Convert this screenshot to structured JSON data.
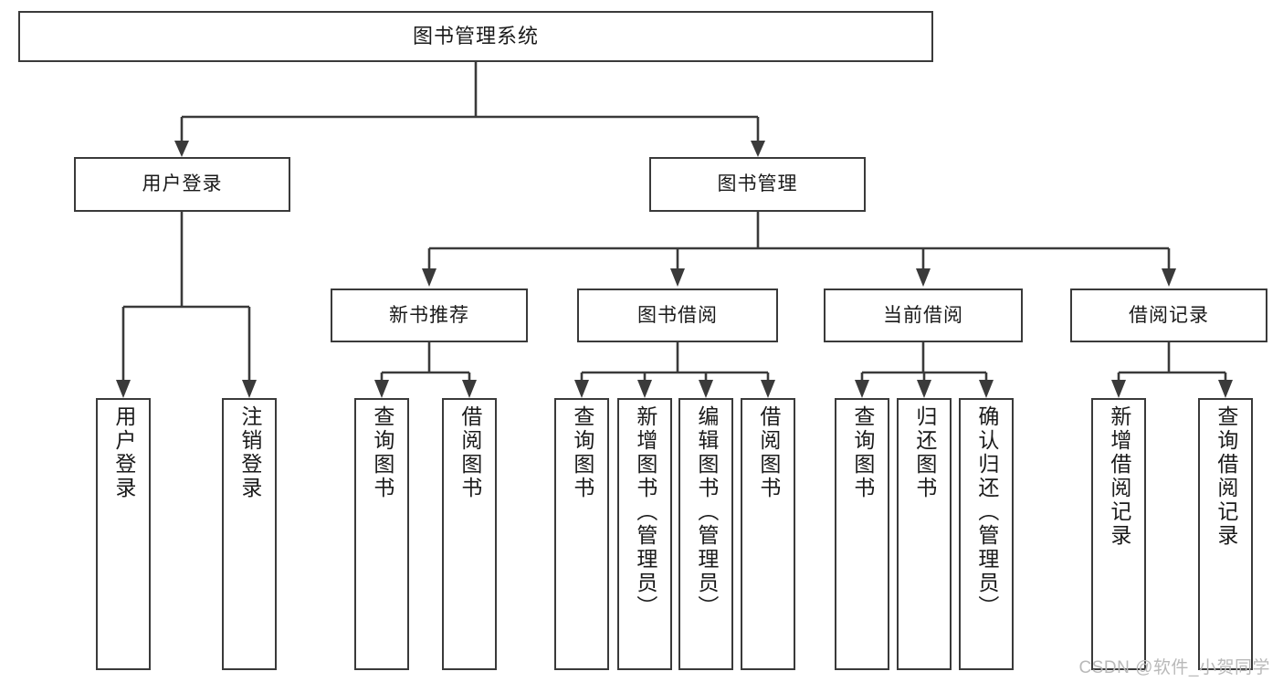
{
  "diagram": {
    "title": "图书管理系统",
    "type": "tree",
    "colors": {
      "stroke": "#3a3a3a",
      "box_fill": "#ffffff",
      "text": "#1a1a1a",
      "watermark": "#b9b9b9",
      "background": "#ffffff"
    },
    "levels": {
      "root": {
        "label": "图书管理系统"
      },
      "level2": [
        {
          "id": "user-login",
          "label": "用户登录"
        },
        {
          "id": "book-management",
          "label": "图书管理"
        }
      ],
      "level3": [
        {
          "id": "new-book-recommend",
          "label": "新书推荐",
          "parent": "book-management"
        },
        {
          "id": "book-borrow",
          "label": "图书借阅",
          "parent": "book-management"
        },
        {
          "id": "current-borrow",
          "label": "当前借阅",
          "parent": "book-management"
        },
        {
          "id": "borrow-record",
          "label": "借阅记录",
          "parent": "book-management"
        }
      ],
      "leaves": {
        "user-login": [
          {
            "id": "leaf-user-login",
            "label": "用户登录"
          },
          {
            "id": "leaf-logout-login",
            "label": "注销登录"
          }
        ],
        "new-book-recommend": [
          {
            "id": "leaf-query-book-1",
            "label": "查询图书"
          },
          {
            "id": "leaf-borrow-book-1",
            "label": "借阅图书"
          }
        ],
        "book-borrow": [
          {
            "id": "leaf-query-book-2",
            "label": "查询图书"
          },
          {
            "id": "leaf-add-book",
            "label": "新增图书（管理员）"
          },
          {
            "id": "leaf-edit-book",
            "label": "编辑图书（管理员）"
          },
          {
            "id": "leaf-borrow-book-2",
            "label": "借阅图书"
          }
        ],
        "current-borrow": [
          {
            "id": "leaf-query-book-3",
            "label": "查询图书"
          },
          {
            "id": "leaf-return-book",
            "label": "归还图书"
          },
          {
            "id": "leaf-confirm-return",
            "label": "确认归还（管理员）"
          }
        ],
        "borrow-record": [
          {
            "id": "leaf-add-record",
            "label": "新增借阅记录"
          },
          {
            "id": "leaf-query-record",
            "label": "查询借阅记录"
          }
        ]
      }
    },
    "watermark": "CSDN @软件_小贺同学"
  }
}
